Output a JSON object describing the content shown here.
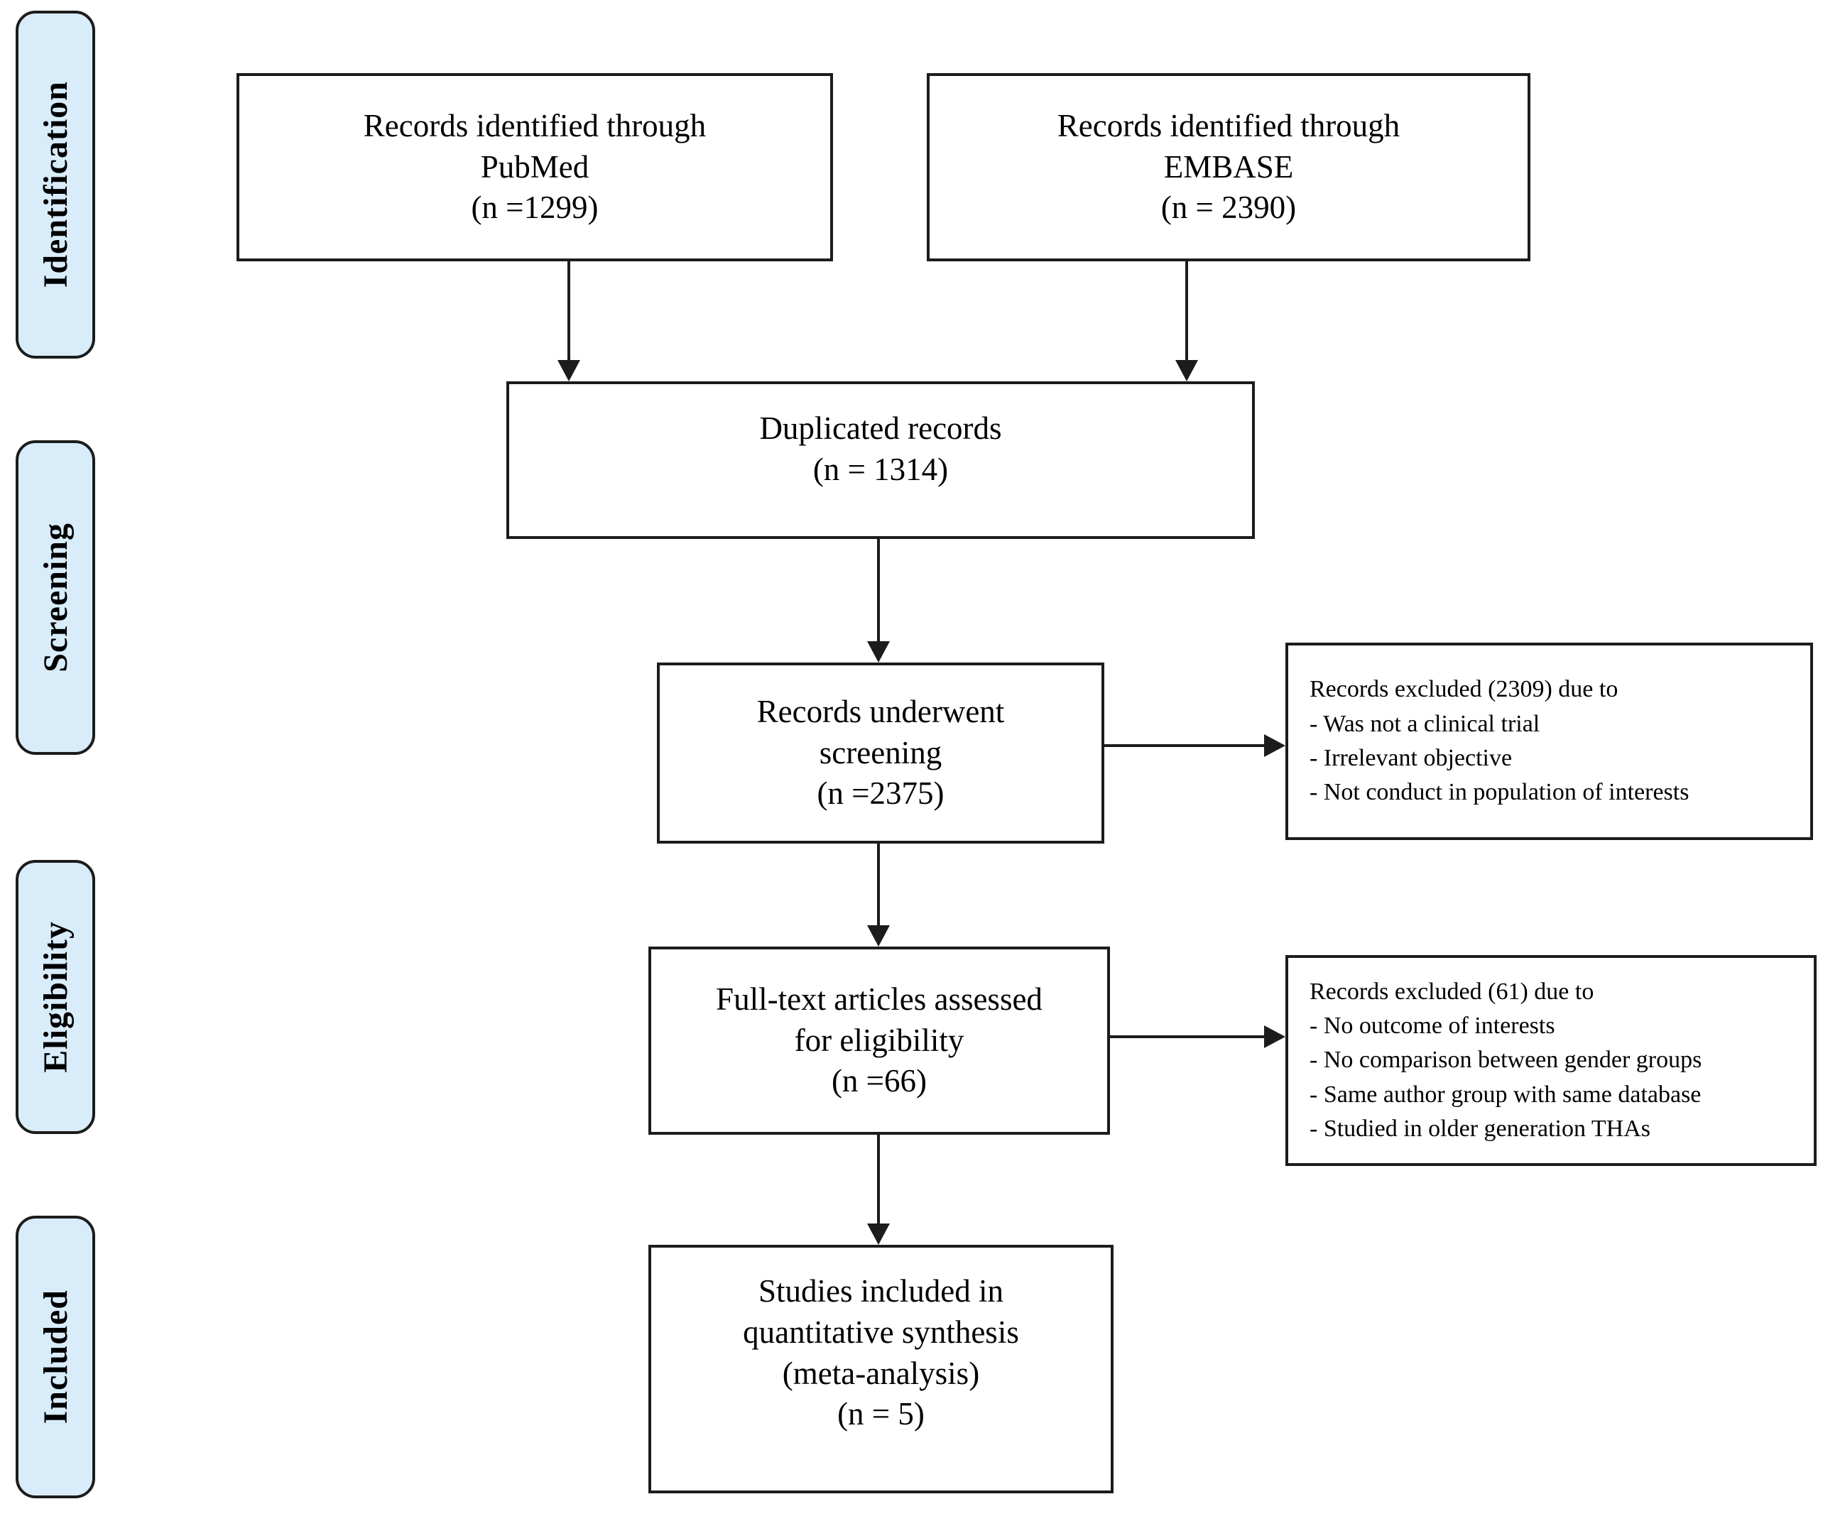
{
  "stages": [
    {
      "label": "Identification"
    },
    {
      "label": "Screening"
    },
    {
      "label": "Eligibility"
    },
    {
      "label": "Included"
    }
  ],
  "boxes": {
    "pubmed": {
      "lines": [
        "Records identified through",
        "PubMed",
        "(n =1299)"
      ]
    },
    "embase": {
      "lines": [
        "Records identified through",
        "EMBASE",
        "(n = 2390)"
      ]
    },
    "duplicated": {
      "lines": [
        "Duplicated records",
        "(n = 1314)"
      ]
    },
    "screening": {
      "lines": [
        "Records underwent",
        "screening",
        "(n =2375)"
      ]
    },
    "excluded_screening": {
      "title": "Records excluded (2309) due to",
      "items": [
        "- Was not a clinical trial",
        "- Irrelevant objective",
        "- Not conduct in population of interests"
      ]
    },
    "fulltext": {
      "lines": [
        "Full-text articles assessed",
        "for eligibility",
        "(n =66)"
      ]
    },
    "excluded_eligibility": {
      "title": "Records excluded (61) due to",
      "items": [
        "- No outcome of interests",
        "- No comparison between gender groups",
        "- Same author group with same database",
        "- Studied in older generation THAs"
      ]
    },
    "included": {
      "lines": [
        "Studies included in",
        "quantitative synthesis",
        "(meta-analysis)",
        "(n = 5)"
      ]
    }
  },
  "colors": {
    "stage_fill": "#d8ecfa",
    "border": "#1c1c1c",
    "text": "#000000",
    "background": "#ffffff"
  }
}
